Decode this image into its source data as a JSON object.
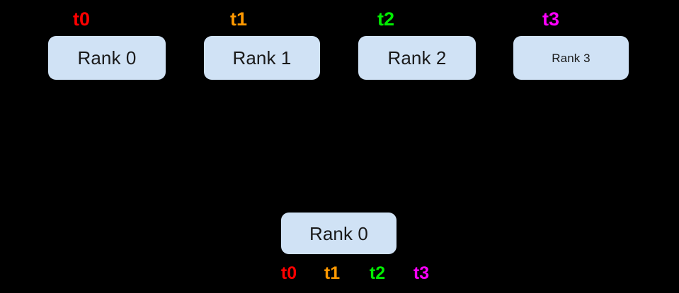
{
  "diagram": {
    "background_color": "#000000",
    "box_fill_color": "#d0e2f5",
    "box_text_color": "#1a1a1a",
    "top_row": {
      "boxes": [
        {
          "label": "Rank 0"
        },
        {
          "label": "Rank 1"
        },
        {
          "label": "Rank 2"
        },
        {
          "label": "Rank 3"
        }
      ],
      "thread_tags": [
        {
          "label": "t0",
          "color": "#ff0000"
        },
        {
          "label": "t1",
          "color": "#ff9900"
        },
        {
          "label": "t2",
          "color": "#00ee00"
        },
        {
          "label": "t3",
          "color": "#ff00ff"
        }
      ]
    },
    "bottom_row": {
      "box": {
        "label": "Rank 0"
      },
      "thread_tags": [
        {
          "label": "t0",
          "color": "#ff0000"
        },
        {
          "label": "t1",
          "color": "#ff9900"
        },
        {
          "label": "t2",
          "color": "#00ee00"
        },
        {
          "label": "t3",
          "color": "#ff00ff"
        }
      ]
    }
  }
}
